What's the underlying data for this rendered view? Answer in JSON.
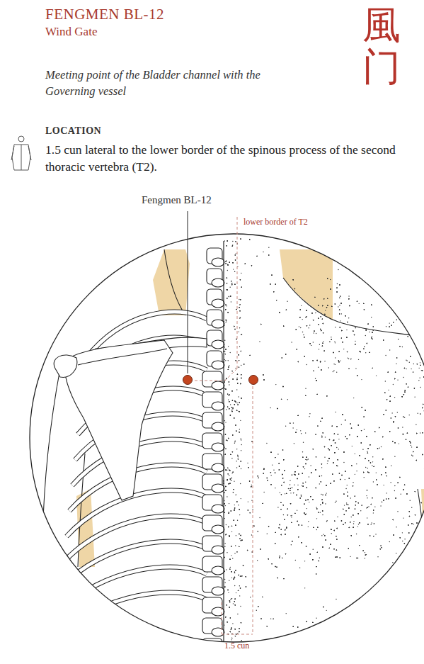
{
  "diagram": {
    "title": "FENGMEN BL-12",
    "labels": [
      "Wind Gate",
      "Meeting point of the Bladder channel with the Governing vessel",
      "風门",
      "LOCATION",
      "1.5 cun lateral to the lower border of the spinous process of the second thoracic vertebra (T2).",
      "Fengmen BL-12",
      "lower border of T2",
      "1.5 cun"
    ]
  }
}
